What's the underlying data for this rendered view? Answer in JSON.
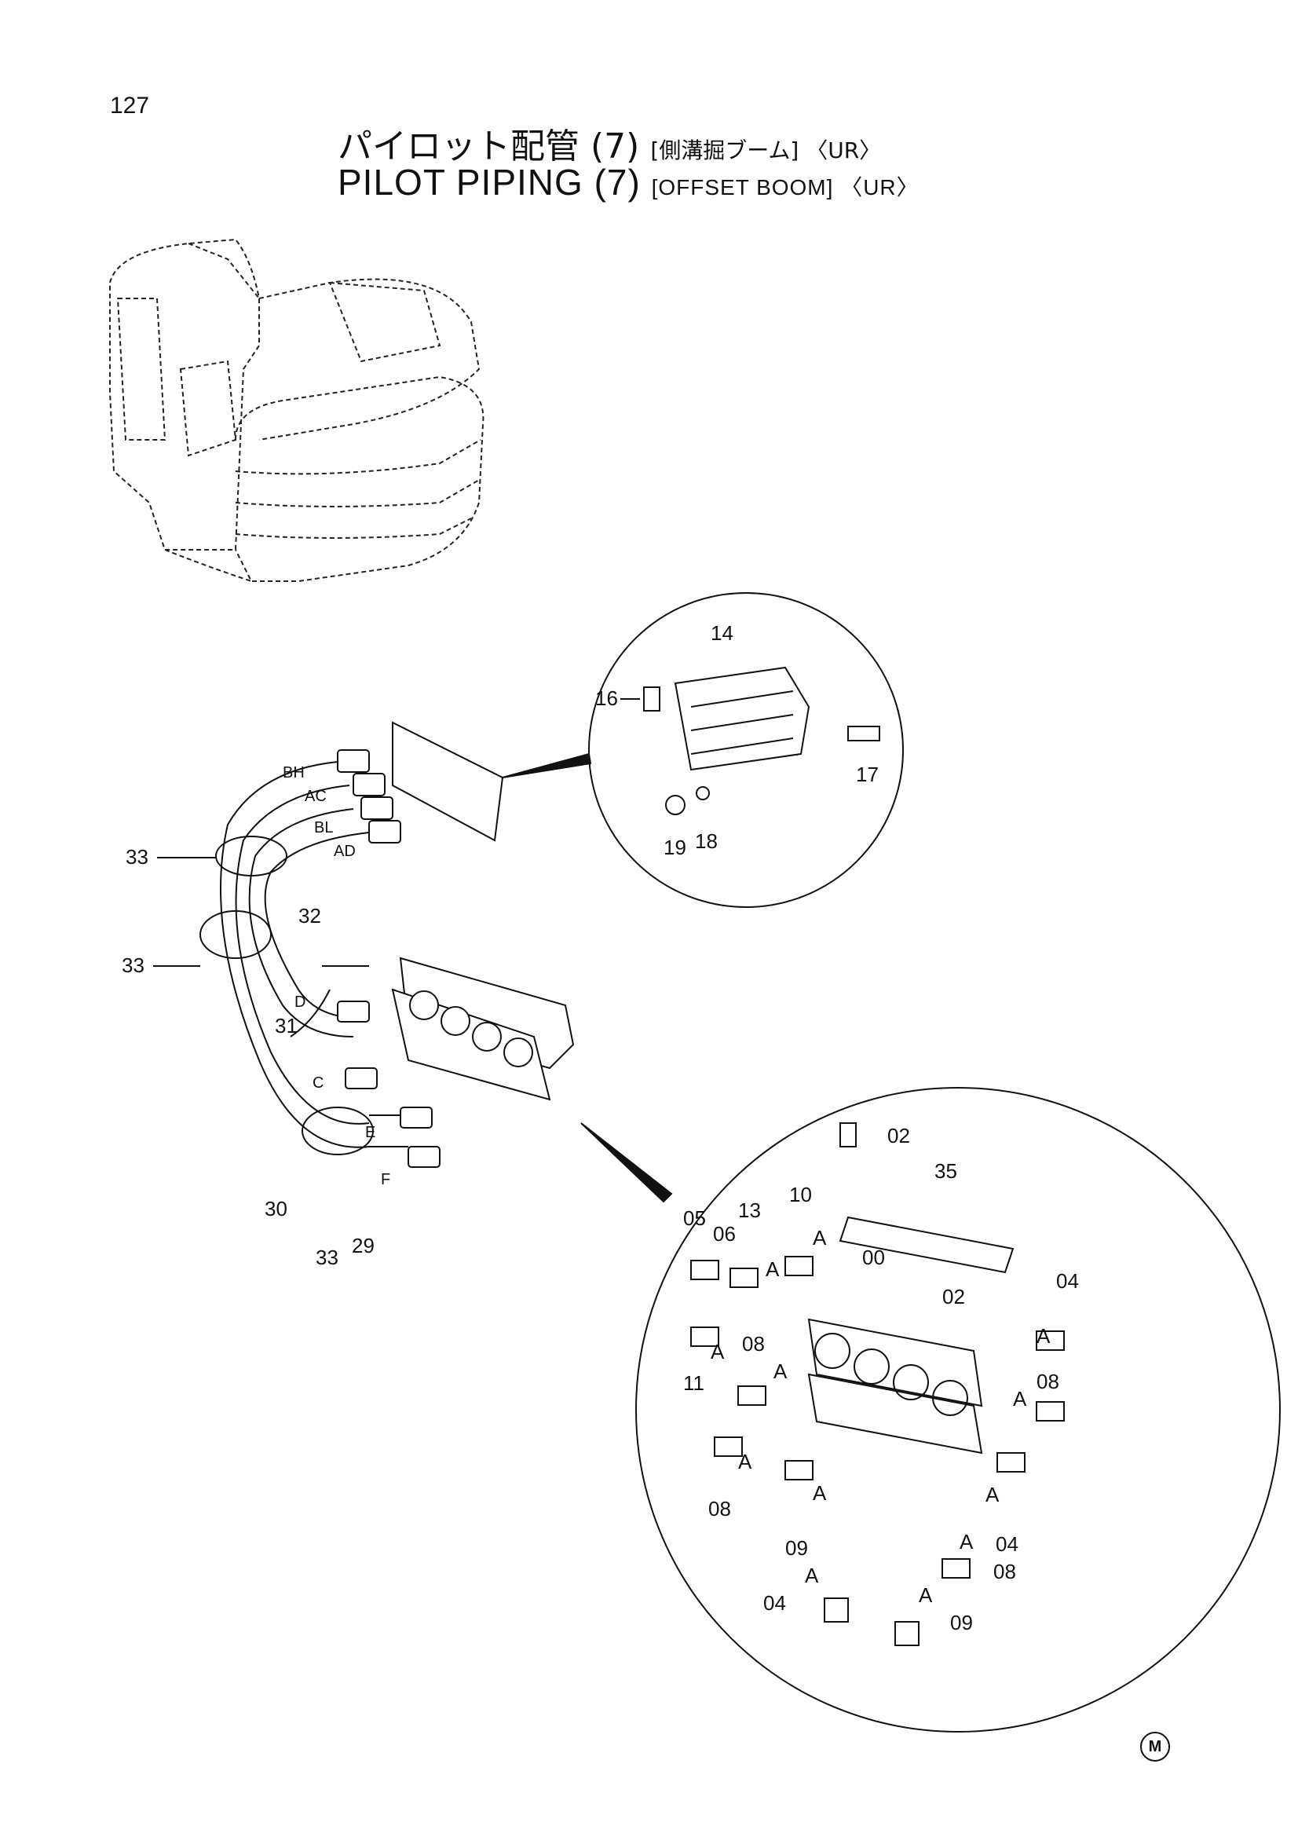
{
  "page_number": "127",
  "title_jp": {
    "main": "パイロット配管 (7)",
    "qualifier": "[側溝掘ブーム] 〈UR〉"
  },
  "title_en": {
    "main": "PILOT PIPING (7)",
    "qualifier": "[OFFSET BOOM] 〈UR〉"
  },
  "hose_ports": [
    "BH",
    "AC",
    "BL",
    "AD",
    "D",
    "C",
    "E",
    "F"
  ],
  "part_callouts_main": [
    "33",
    "33",
    "32",
    "31",
    "30",
    "33",
    "29"
  ],
  "detail_upper": {
    "callouts": [
      "14",
      "16",
      "17",
      "19",
      "18"
    ]
  },
  "detail_lower": {
    "callouts": [
      "02",
      "35",
      "10",
      "13",
      "05",
      "06",
      "00",
      "02",
      "04",
      "11",
      "08",
      "08",
      "08",
      "09",
      "04",
      "08",
      "04",
      "09"
    ],
    "section_mark": "A"
  },
  "maker_mark": "M"
}
